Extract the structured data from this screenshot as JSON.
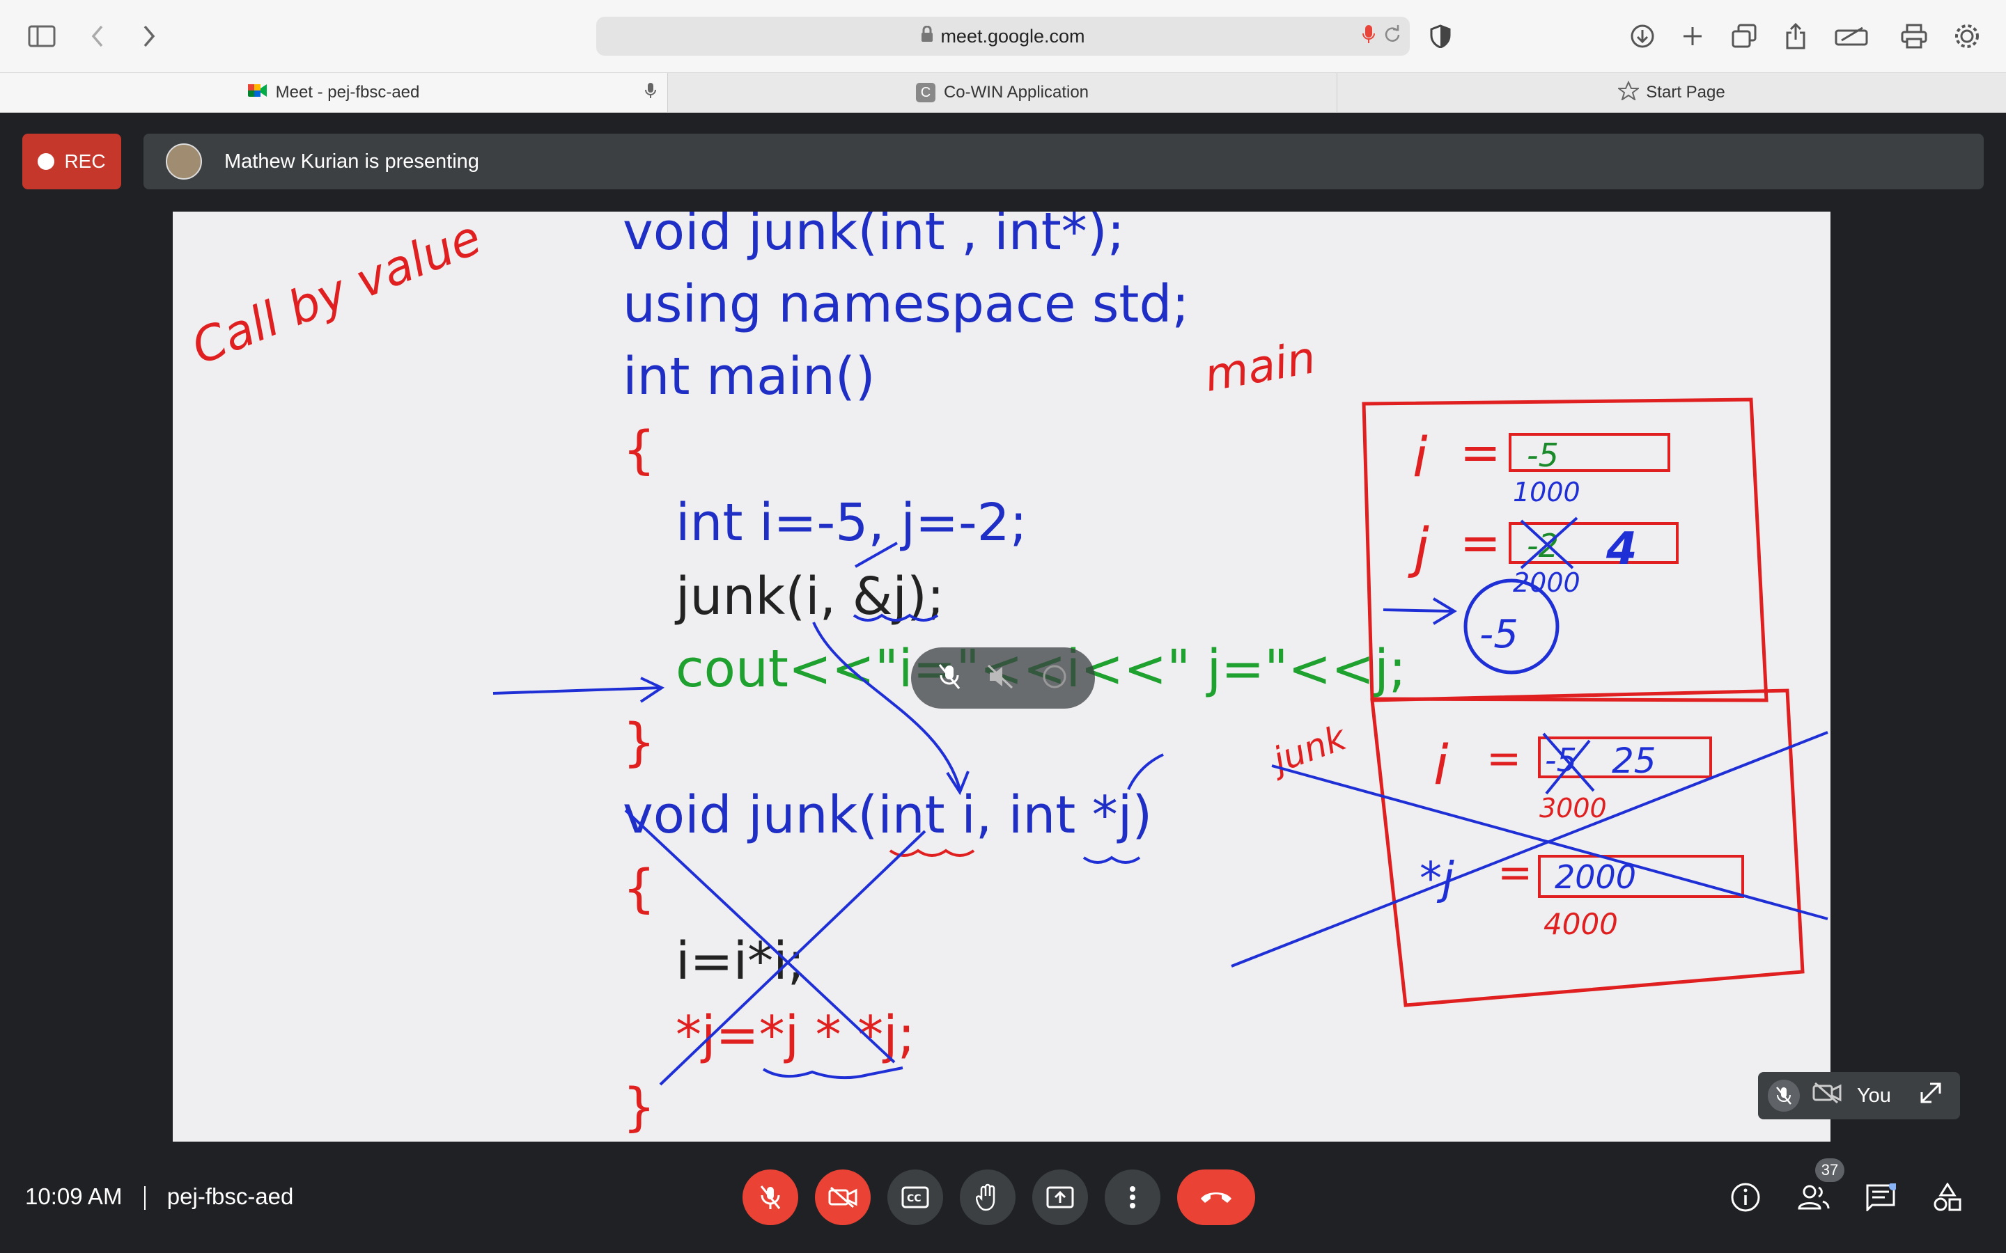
{
  "browser": {
    "url": "meet.google.com",
    "tabs": [
      {
        "label": "Meet - pej-fbsc-aed",
        "active": true
      },
      {
        "label": "Co-WIN Application",
        "active": false,
        "favicon_letter": "C"
      },
      {
        "label": "Start Page",
        "active": false
      }
    ]
  },
  "meet": {
    "rec_label": "REC",
    "presenting_text": "Mathew Kurian is presenting",
    "self_label": "You",
    "time": "10:09 AM",
    "meeting_code": "pej-fbsc-aed",
    "participant_count": "37"
  },
  "slide": {
    "code_lines": [
      "void junk(int , int*);",
      "using namespace std;",
      "int main()",
      "{",
      "int i=-5, j=-2;",
      "junk(i, &j);",
      "cout<<\"i=\"<<i<<\" j=\"<<j;",
      "}",
      "void junk(int i, int *j)",
      "{",
      "i=i*i;",
      "*j=*j * *j;",
      "}"
    ],
    "annotations": {
      "call_by_value": "Call by value",
      "main_label": "main",
      "junk_label": "junk",
      "main_i_value": "-5",
      "main_i_addr": "1000",
      "main_j_old": "-2",
      "main_j_new": "4",
      "main_j_addr": "2000",
      "main_printed": "-5",
      "junk_i_old": "-5",
      "junk_i_new": "25",
      "junk_i_addr": "3000",
      "junk_j_value": "2000",
      "junk_j_addr": "4000",
      "var_i": "i",
      "var_j": "j",
      "var_star_j": "*j",
      "eq": "="
    }
  },
  "colors": {
    "keyword_blue": "#1f2ec4",
    "text_dark": "#222222",
    "red": "#e01f1f",
    "green": "#1ea12e",
    "magenta": "#d21fd6",
    "ink_red": "#e02020",
    "ink_blue": "#1f2fd6",
    "ink_green": "#1a8a2a"
  }
}
